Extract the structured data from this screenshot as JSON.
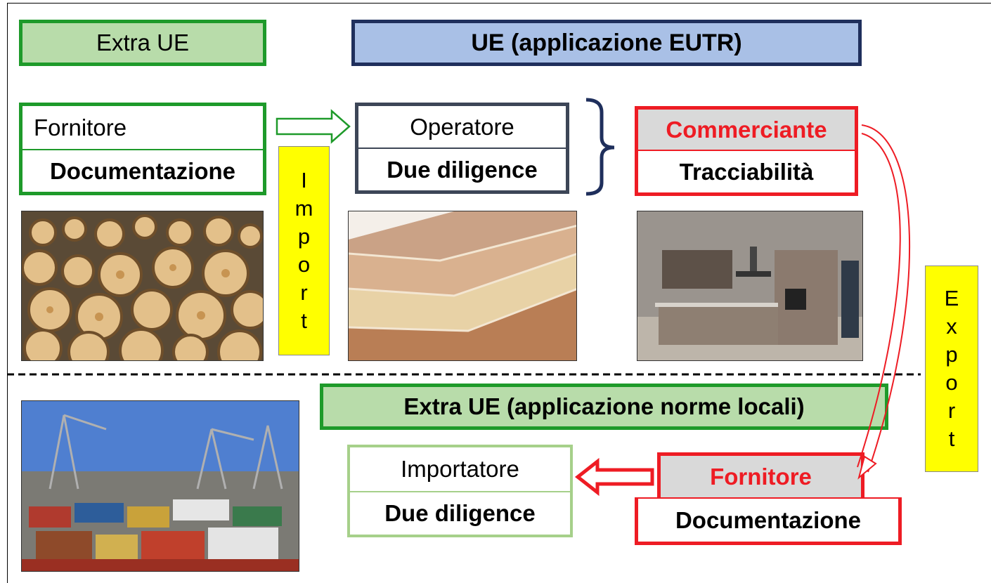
{
  "header": {
    "extra_ue": "Extra UE",
    "ue_eutr": "UE (applicazione EUTR)"
  },
  "left": {
    "fornitore": "Fornitore",
    "documentazione": "Documentazione"
  },
  "middle": {
    "operatore": "Operatore",
    "due_diligence": "Due diligence"
  },
  "right": {
    "commerciante": "Commerciante",
    "tracciabilita": "Tracciabilità"
  },
  "import_label": [
    "I",
    "m",
    "p",
    "o",
    "r",
    "t"
  ],
  "export_label": [
    "E",
    "x",
    "p",
    "o",
    "r",
    "t"
  ],
  "bottom": {
    "extra_ue_local": "Extra UE (applicazione norme locali)",
    "importatore": "Importatore",
    "due_diligence": "Due diligence",
    "fornitore": "Fornitore",
    "documentazione": "Documentazione"
  },
  "photos": {
    "logs": "timber-logs-photo",
    "panels": "wood-panels-photo",
    "kitchen": "kitchen-furniture-photo",
    "port": "container-port-photo"
  },
  "colors": {
    "green": "#1e9a2a",
    "green_fill": "#b8dcaa",
    "light_green": "#a6d08a",
    "navy": "#1f2f5c",
    "blue_fill": "#a9c0e6",
    "slate": "#3d4657",
    "red": "#ee1c24",
    "grey_fill": "#d9d9d9",
    "yellow": "#ffff00"
  }
}
